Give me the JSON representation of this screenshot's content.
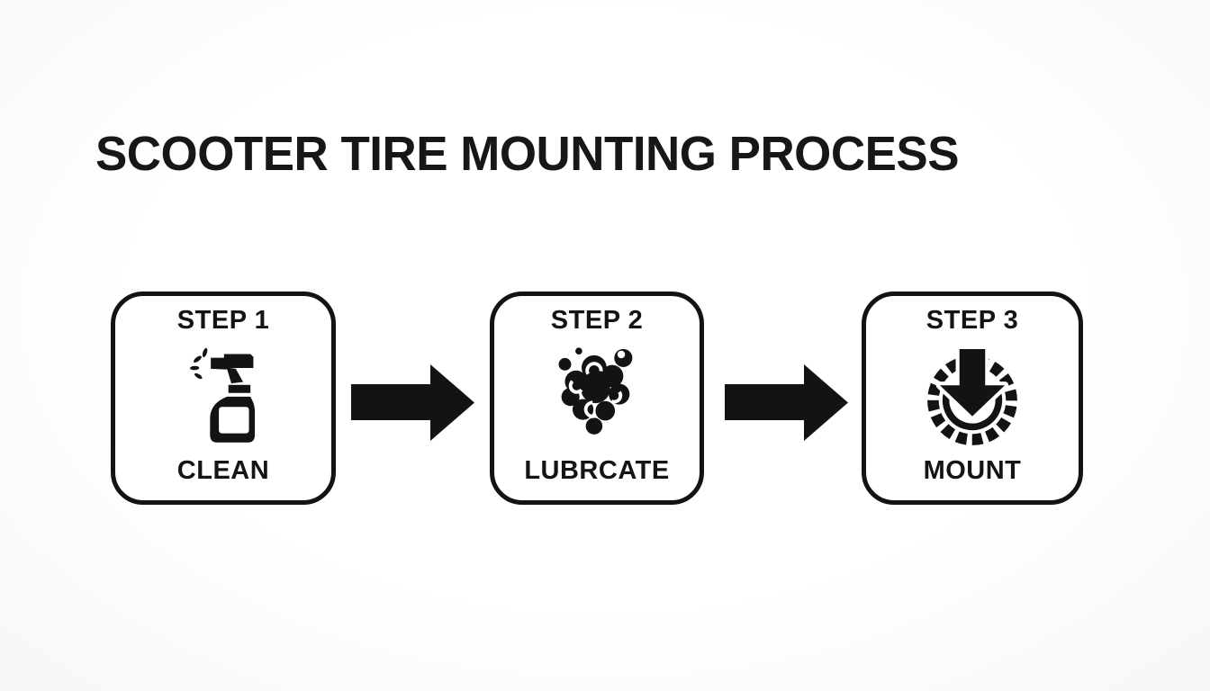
{
  "title": "SCOOTER TIRE MOUNTING PROCESS",
  "steps": [
    {
      "step_label": "STEP 1",
      "action_label": "CLEAN",
      "icon": "spray-bottle-icon"
    },
    {
      "step_label": "STEP 2",
      "action_label": "LUBRCATE",
      "icon": "foam-bubbles-icon"
    },
    {
      "step_label": "STEP 3",
      "action_label": "MOUNT",
      "icon": "tire-down-arrow-icon"
    }
  ],
  "connectors": [
    {
      "icon": "arrow-right-icon"
    },
    {
      "icon": "arrow-right-icon"
    }
  ],
  "colors": {
    "ink": "#141414",
    "background": "#fdfdfd",
    "card_background": "#ffffff"
  }
}
